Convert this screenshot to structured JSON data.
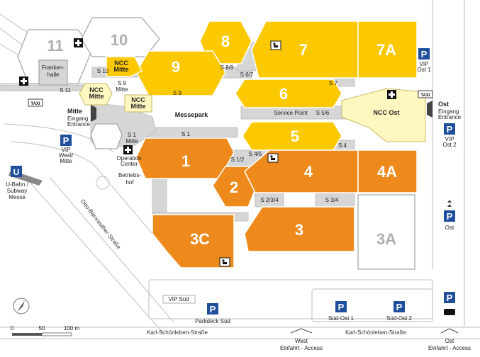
{
  "halls": {
    "h1": "1",
    "h2": "2",
    "h3": "3",
    "h3a": "3A",
    "h3c": "3C",
    "h4": "4",
    "h4a": "4A",
    "h5": "5",
    "h6": "6",
    "h7": "7",
    "h7a": "7A",
    "h8": "8",
    "h9": "9",
    "h10": "10",
    "h11": "11"
  },
  "labels": {
    "frankenhalle": [
      "Franken-",
      "halle"
    ],
    "ncc_mitte_top": [
      "NCC",
      "Mitte"
    ],
    "ncc_mitte_left": [
      "NCC",
      "Mitte"
    ],
    "ncc_mitte_small": [
      "NCC",
      "Mitte"
    ],
    "ncc_ost": "NCC Ost",
    "messepark": "Messepark",
    "service_point": "Service Point",
    "operation_center": [
      "Operation",
      "Center"
    ],
    "betriebshof": [
      "Betriebs-",
      "hof"
    ],
    "s1_mitte": [
      "S 1",
      "Mitte"
    ],
    "s9_mitte": [
      "S 9",
      "Mitte"
    ]
  },
  "passages": {
    "s1": "S 1",
    "s1_2": "S 1/2",
    "s2_3_4": "S 2/3/4",
    "s3_4": "S 3/4",
    "s4": "S 4",
    "s4_5": "S 4/5",
    "s5_6": "S 5/6",
    "s6_7": "S 6/7",
    "s7": "S 7",
    "s8_9": "S 8/9",
    "s9": "S 9",
    "s10": "S 10",
    "s11": "S 11"
  },
  "entrances": {
    "mitte": {
      "name": "Mitte",
      "sub": [
        "Eingang",
        "Entrance"
      ]
    },
    "ost": {
      "name": "Ost",
      "sub": [
        "Eingang",
        "Entrance"
      ]
    }
  },
  "parking": {
    "symbol": "P",
    "vip_west_mitte": [
      "VIP",
      "West/",
      "Mitte"
    ],
    "vip_ost1": [
      "VIP",
      "Ost 1"
    ],
    "vip_ost2": [
      "VIP",
      "Ost 2"
    ],
    "ost": "Ost",
    "parkdeck_sued": "Parkdeck Süd",
    "sued_ost1": "Süd-Ost 1",
    "sued_ost2": "Süd-Ost 2",
    "vip_sued": "VIP Süd"
  },
  "transit": {
    "ubahn_symbol": "U",
    "ubahn": [
      "U-Bahn /",
      "Subway",
      "Messe"
    ],
    "taxi": "TAXI"
  },
  "roads": {
    "karl_west": "Karl-Schönleben-Straße",
    "karl_east": "Karl-Schönleben-Straße",
    "otto": "Otto-Bärnreuther-Straße"
  },
  "access": {
    "west": {
      "name": "West",
      "sub": "Einfahrt - Access"
    },
    "ost": {
      "name": "Ost",
      "sub": "Einfahrt - Access"
    }
  },
  "scale": {
    "zero": "0",
    "fifty": "50",
    "hundred": "100 m"
  },
  "colors": {
    "yellow": "#fcc800",
    "orange": "#ee8a1c",
    "cream": "#fff7c0",
    "grey": "#d6d6d6",
    "parking_blue": "#1f4f9c",
    "outline": "#a8a8a8"
  }
}
